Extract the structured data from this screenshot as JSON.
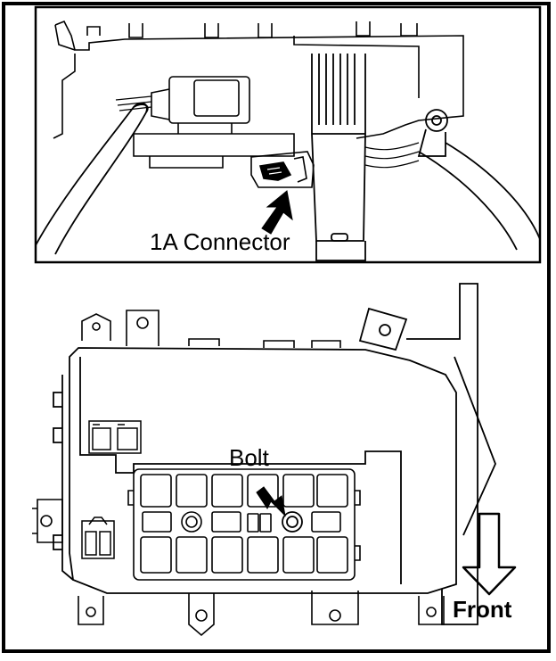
{
  "labels": {
    "connector": "1A Connector",
    "bolt": "Bolt",
    "front": "Front"
  },
  "colors": {
    "line": "#000000",
    "background": "#ffffff"
  },
  "icons": {
    "front_arrow": "down-arrow-outline-icon",
    "pointer_arrows": "pointer-arrow-icon"
  }
}
